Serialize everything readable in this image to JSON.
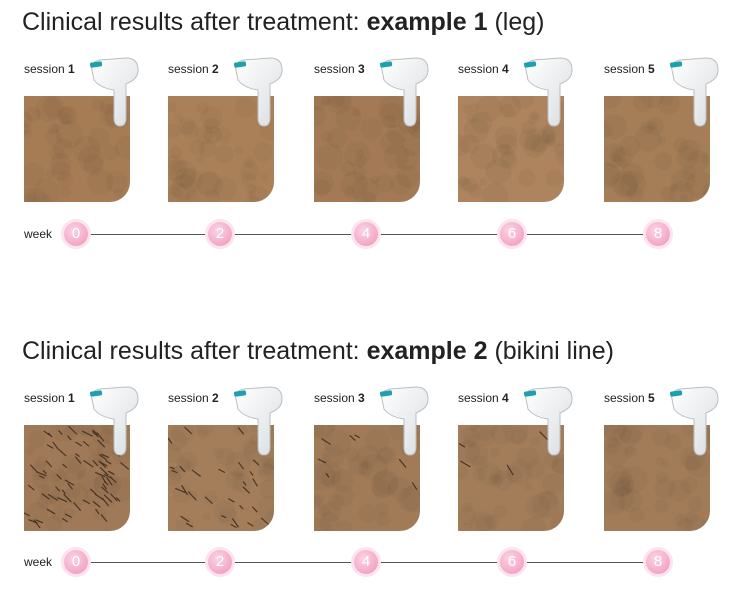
{
  "examples": [
    {
      "title_prefix": "Clinical results after treatment: ",
      "title_bold": "example 1",
      "title_suffix": " (leg)",
      "sessions": [
        {
          "label": "session ",
          "num": "1",
          "skin_color": "#a67c55",
          "hair_level": 0
        },
        {
          "label": "session ",
          "num": "2",
          "skin_color": "#aa8058",
          "hair_level": 0
        },
        {
          "label": "session ",
          "num": "3",
          "skin_color": "#a37a55",
          "hair_level": 0
        },
        {
          "label": "session ",
          "num": "4",
          "skin_color": "#ad845d",
          "hair_level": 0
        },
        {
          "label": "session ",
          "num": "5",
          "skin_color": "#a57d57",
          "hair_level": 0
        }
      ],
      "week_label": "week",
      "weeks": [
        "0",
        "2",
        "4",
        "6",
        "8"
      ]
    },
    {
      "title_prefix": "Clinical results after treatment: ",
      "title_bold": "example 2",
      "title_suffix": " (bikini line)",
      "sessions": [
        {
          "label": "session ",
          "num": "1",
          "skin_color": "#a07a58",
          "hair_level": 1.0
        },
        {
          "label": "session ",
          "num": "2",
          "skin_color": "#a47e5b",
          "hair_level": 0.4
        },
        {
          "label": "session ",
          "num": "3",
          "skin_color": "#a17b58",
          "hair_level": 0.1
        },
        {
          "label": "session ",
          "num": "4",
          "skin_color": "#a37d5a",
          "hair_level": 0.05
        },
        {
          "label": "session ",
          "num": "5",
          "skin_color": "#a27c59",
          "hair_level": 0
        }
      ],
      "week_label": "week",
      "weeks": [
        "0",
        "2",
        "4",
        "6",
        "8"
      ]
    }
  ],
  "colors": {
    "node_pink": "#f2a7c6",
    "device_white": "#f4f6f7",
    "device_accent": "#1ba0b0"
  },
  "icons": {
    "device": "ipl-device-icon"
  }
}
